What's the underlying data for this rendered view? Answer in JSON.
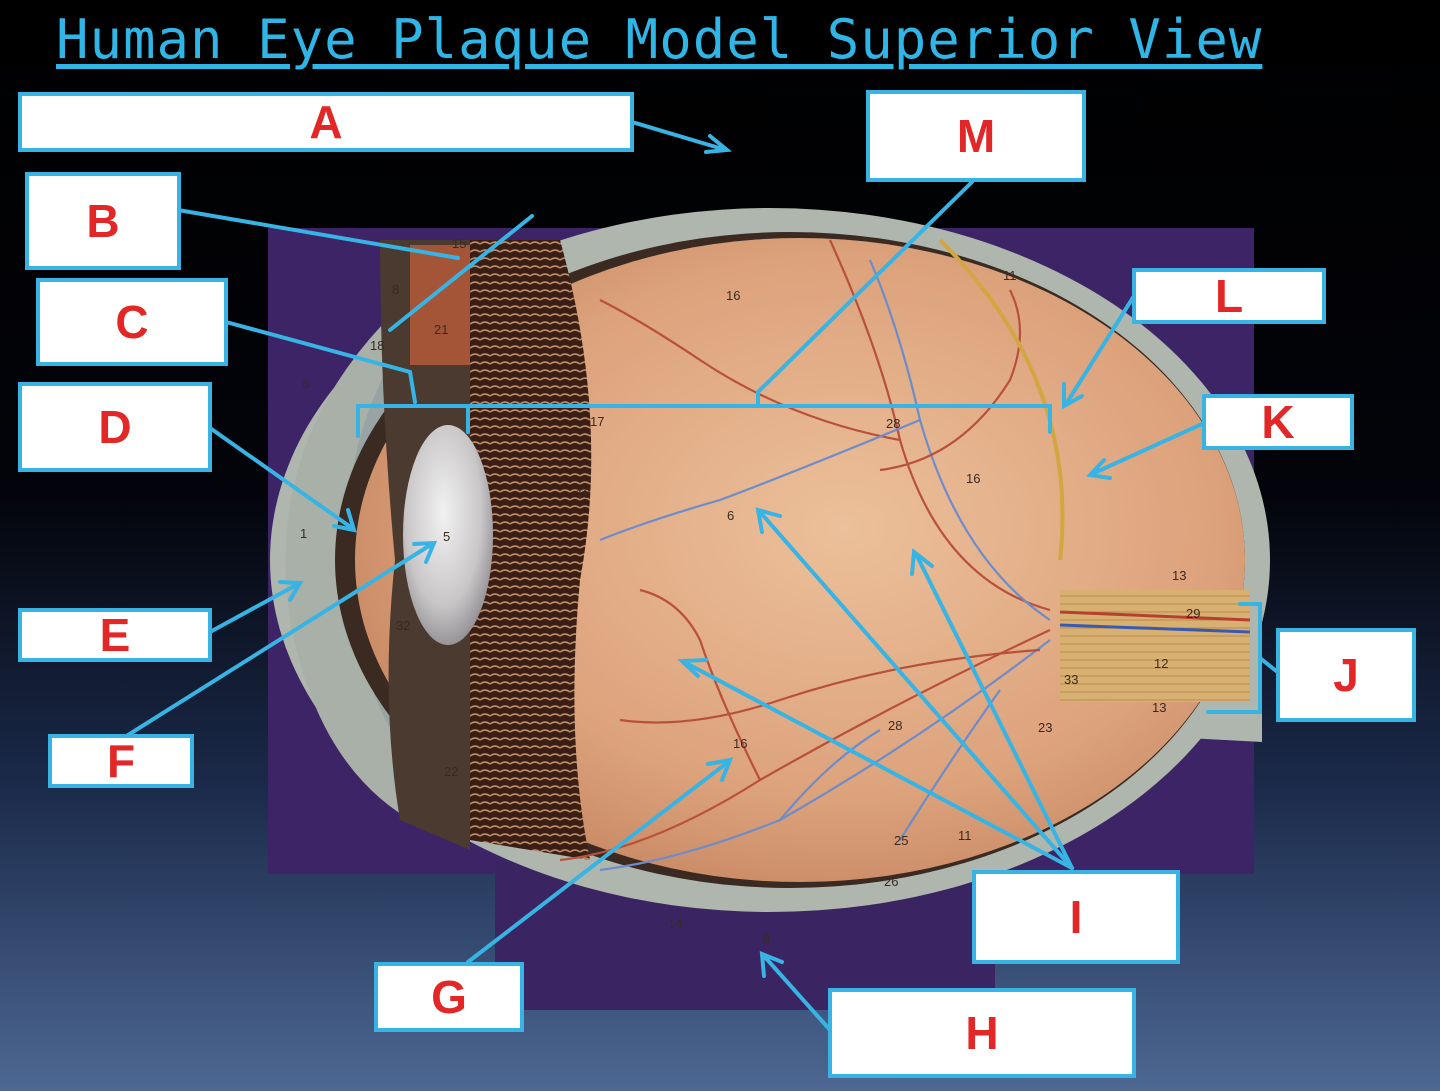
{
  "title": "Human Eye Plaque Model Superior View",
  "labels": {
    "a": "A",
    "b": "B",
    "c": "C",
    "d": "D",
    "e": "E",
    "f": "F",
    "g": "G",
    "h": "H",
    "i": "I",
    "j": "J",
    "k": "K",
    "l": "L",
    "m": "M"
  },
  "model_numbers": {
    "n1": "1",
    "n5": "5",
    "n6": "6",
    "n8a": "8",
    "n8b": "8",
    "n9": "9",
    "n11a": "11",
    "n11b": "11",
    "n12": "12",
    "n13a": "13",
    "n13b": "13",
    "n14": "14",
    "n15": "15",
    "n16a": "16",
    "n16b": "16",
    "n16c": "16",
    "n17": "17",
    "n18": "18",
    "n19": "19",
    "n21": "21",
    "n22": "22",
    "n23": "23",
    "n25": "25",
    "n26": "26",
    "n28a": "28",
    "n28b": "28",
    "n29": "29",
    "n32": "32",
    "n33": "33"
  },
  "colors": {
    "accent": "#38b4e4",
    "label_text": "#e32626",
    "plaque_bg": "#3d2466",
    "sclera": "#aeb6ad",
    "retina": "#d9a17c"
  }
}
